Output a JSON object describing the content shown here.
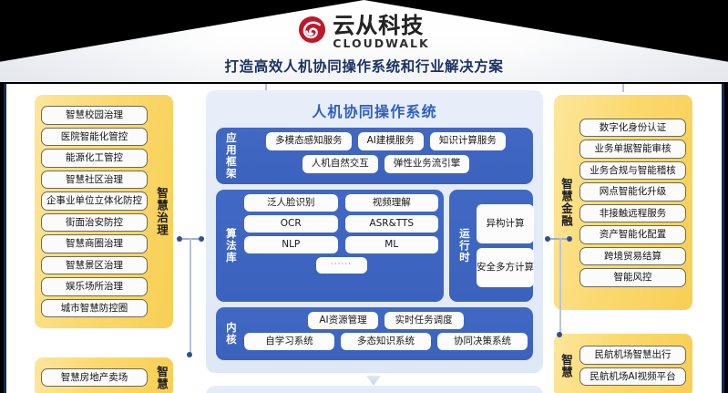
{
  "brand": {
    "logo_icon": "cloudwalk-swirl-icon",
    "name_cn": "云从科技",
    "name_en": "CLOUDWALK",
    "subtitle": "打造高效人机协同操作系统和行业解决方案"
  },
  "center": {
    "title": "人机协同操作系统",
    "app_framework": {
      "label": "应用框架",
      "row1": [
        "多模态感知服务",
        "AI建模服务",
        "知识计算服务"
      ],
      "row2": [
        "人机自然交互",
        "弹性业务流引擎"
      ]
    },
    "algorithm_library": {
      "label": "算法库",
      "row1": [
        "泛人脸识别",
        "视频理解"
      ],
      "row2": [
        "OCR",
        "ASR&TTS"
      ],
      "row3": [
        "NLP",
        "ML"
      ],
      "more": "······"
    },
    "runtime": {
      "label": "运行时",
      "items": [
        "异构计算",
        "安全多方计算"
      ]
    },
    "kernel": {
      "label": "内核",
      "row1": [
        "AI资源管理",
        "实时任务调度"
      ],
      "row2": [
        "自学习系统",
        "多态知识系统",
        "协同决策系统"
      ]
    }
  },
  "left_panels": [
    {
      "label": "智慧治理",
      "items": [
        "智慧校园治理",
        "医院智能化管控",
        "能源化工管控",
        "智慧社区治理",
        "企事业单位立体化防控",
        "街面治安防控",
        "智慧商圈治理",
        "智慧景区治理",
        "娱乐场所治理",
        "城市智慧防控圈"
      ]
    },
    {
      "label": "智慧",
      "items": [
        "智慧房地产卖场"
      ]
    }
  ],
  "right_panels": [
    {
      "label": "智慧金融",
      "items": [
        "数字化身份认证",
        "业务单据智能审核",
        "业务合规与智能稽核",
        "网点智能化升级",
        "非接触远程服务",
        "资产智能化配置",
        "跨境贸易结算",
        "智能风控"
      ]
    },
    {
      "label": "智慧",
      "items": [
        "民航机场智慧出行",
        "民航机场AI视频平台"
      ]
    }
  ],
  "colors": {
    "background": "#000000",
    "roof": "#ffffff",
    "subtitle_text": "#1c3261",
    "logo_red": "#c0182b",
    "panel_yellow": "#fbd96f",
    "center_bg": "#e4ebf8",
    "blue_box": "#3b62bd",
    "center_title": "#2f5fc0",
    "connector_dot": "#2f4f96"
  }
}
